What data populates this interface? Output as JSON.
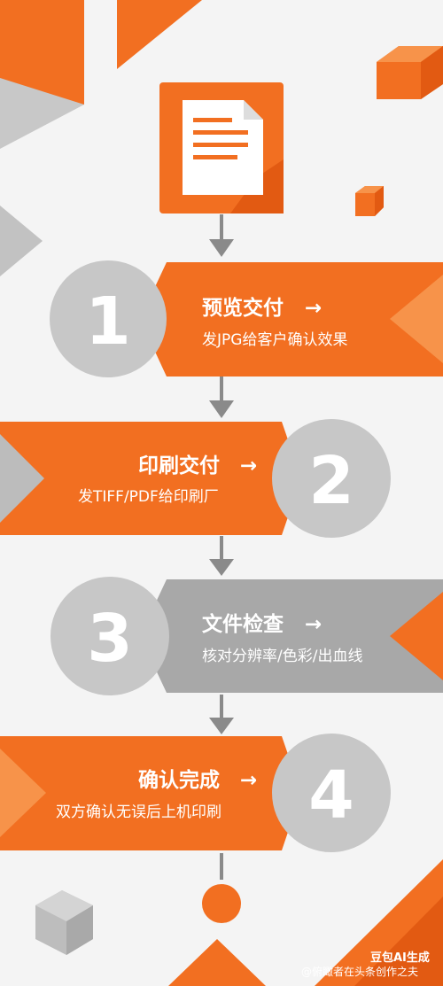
{
  "colors": {
    "background": "#f4f4f4",
    "orange": "#f26f21",
    "orange_dark": "#e25a12",
    "orange_light": "#f7934a",
    "gray": "#bcbcbc",
    "gray_dark": "#a8a8a8",
    "gray_circle": "#c7c7c7",
    "arrow": "#8a8a8a"
  },
  "icons": {
    "document": "document-icon",
    "arrow": "arrow-down-icon",
    "title_arrow": "→"
  },
  "steps": [
    {
      "number": "1",
      "title": "预览交付",
      "subtitle": "发JPG给客户确认效果"
    },
    {
      "number": "2",
      "title": "印刷交付",
      "subtitle": "发TIFF/PDF给印刷厂"
    },
    {
      "number": "3",
      "title": "文件检查",
      "subtitle": "核对分辨率/色彩/出血线"
    },
    {
      "number": "4",
      "title": "确认完成",
      "subtitle": "双方确认无误后上机印刷"
    }
  ],
  "watermark": {
    "text": "@俯瞰者在头条创作之夫",
    "brand": "豆包AI生成"
  }
}
